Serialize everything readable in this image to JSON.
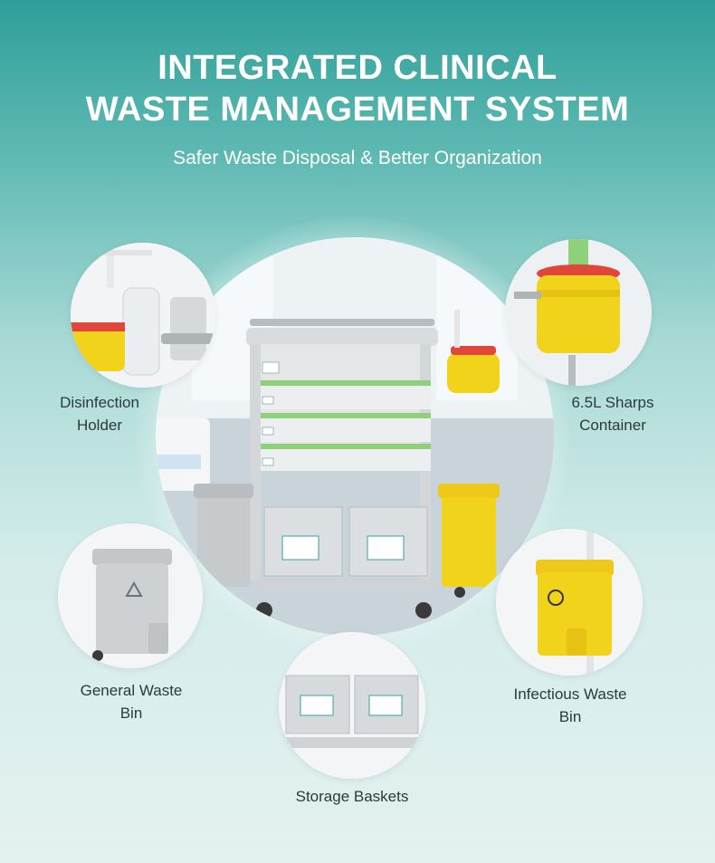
{
  "header": {
    "title_line1": "INTEGRATED CLINICAL",
    "title_line2": "WASTE MANAGEMENT SYSTEM",
    "subtitle": "Safer Waste Disposal & Better Organization"
  },
  "features": {
    "disinfection": {
      "line1": "Disinfection",
      "line2": "Holder"
    },
    "sharps": {
      "line1": "6.5L Sharps",
      "line2": "Container"
    },
    "general_waste": {
      "line1": "General Waste",
      "line2": "Bin"
    },
    "infectious_waste": {
      "line1": "Infectious Waste",
      "line2": "Bin"
    },
    "storage": {
      "line1": "Storage Baskets"
    }
  },
  "colors": {
    "teal_top": "#2f9f99",
    "background_bottom": "#e3f1f0",
    "accent_green": "#8fd17a",
    "bin_yellow": "#f2d31b",
    "cart_gray": "#cfd3d6"
  },
  "icons": [
    "biohazard-icon",
    "recycle-icon"
  ]
}
